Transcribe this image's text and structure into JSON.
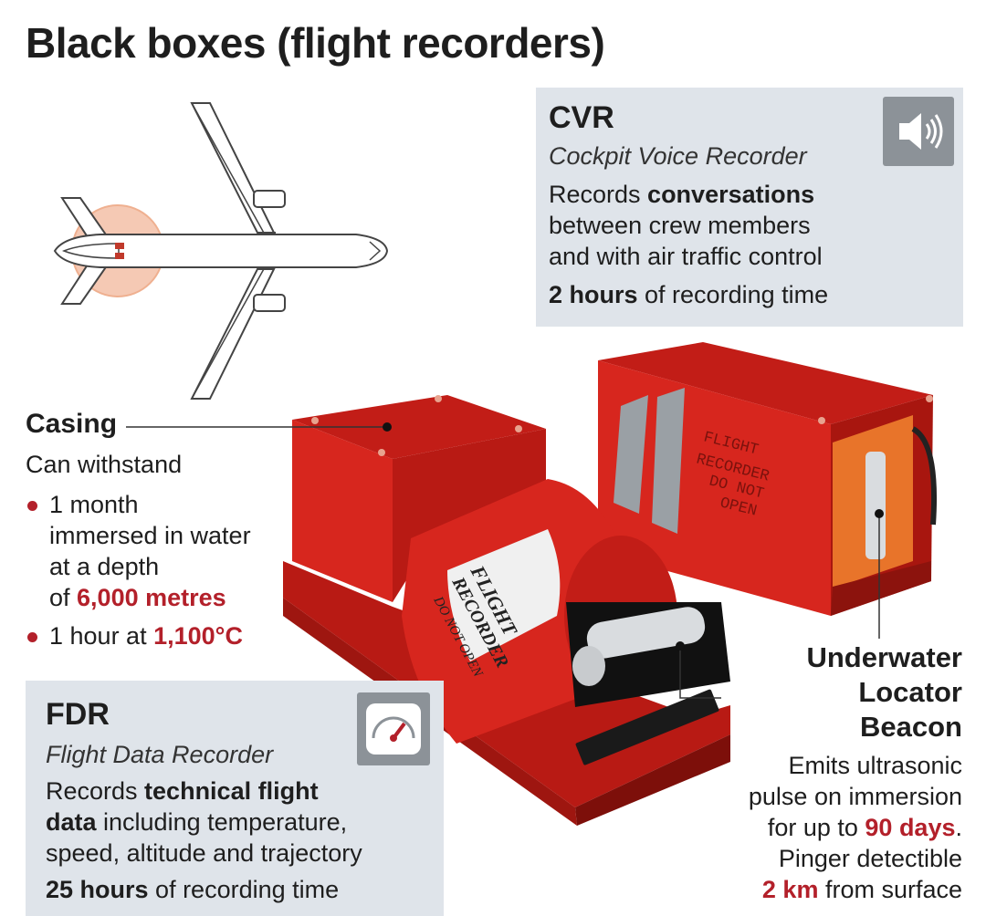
{
  "title": "Black boxes (flight recorders)",
  "cvr": {
    "heading": "CVR",
    "subtitle": "Cockpit Voice Recorder",
    "line1_pre": "Records ",
    "line1_bold": "conversations",
    "line2": "between crew members",
    "line3": "and with air traffic control",
    "time_bold": "2 hours",
    "time_rest": " of recording time",
    "icon": "speaker-icon"
  },
  "casing": {
    "heading": "Casing",
    "sub": "Can withstand",
    "b1_l1": "1 month",
    "b1_l2": "immersed in water",
    "b1_l3": "at a depth",
    "b1_l4_pre": "of ",
    "b1_l4_red": "6,000 metres",
    "b2_pre": "1 hour at ",
    "b2_red": "1,100°C"
  },
  "fdr": {
    "heading": "FDR",
    "subtitle": "Flight Data Recorder",
    "line1_pre": "Records ",
    "line1_bold": "technical flight",
    "line2_bold": "data",
    "line2_rest": " including temperature,",
    "line3": "speed, altitude and trajectory",
    "time_bold": "25 hours",
    "time_rest": " of recording time",
    "icon": "gauge-icon"
  },
  "beacon": {
    "h1": "Underwater",
    "h2": "Locator",
    "h3": "Beacon",
    "t1": "Emits ultrasonic",
    "t2": "pulse on immersion",
    "t3_pre": "for up to ",
    "t3_red": "90 days",
    "t3_post": ".",
    "t4": "Pinger detectible",
    "t5_red": "2 km",
    "t5_post": " from surface"
  },
  "box_label": {
    "fdr_l1": "FLIGHT",
    "fdr_l2": "RECORDER",
    "fdr_l3": "DO NOT OPEN",
    "cvr_l1": "FLIGHT",
    "cvr_l2": "RECORDER",
    "cvr_l3": "DO NOT",
    "cvr_l4": "OPEN"
  },
  "colors": {
    "red_accent": "#b3202a",
    "panel_bg": "#dfe4ea",
    "icon_bg": "#8c9298",
    "recorder_red": "#d7261e"
  }
}
